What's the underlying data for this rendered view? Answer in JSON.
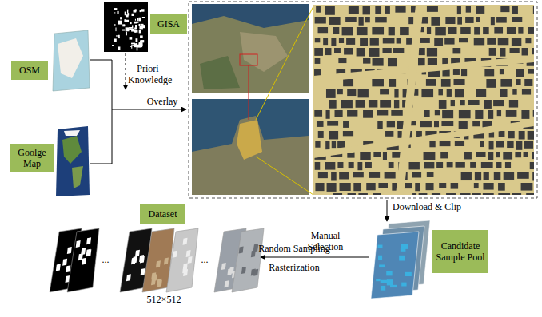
{
  "diagram": {
    "nodes": [
      {
        "text": [
          "GISA"
        ]
      },
      {
        "text": [
          "OSM"
        ]
      },
      {
        "text": [
          "Goolge Map"
        ]
      },
      {
        "text": [
          "Dataset"
        ]
      },
      {
        "text": [
          "Candidate Sample Pool"
        ]
      }
    ],
    "labels": [
      "Priori Knowledge",
      "Overlay",
      "Download & Clip",
      "Manual Selection",
      "Random Sampling",
      "Rasterization",
      "...",
      "512×512",
      "..."
    ]
  }
}
